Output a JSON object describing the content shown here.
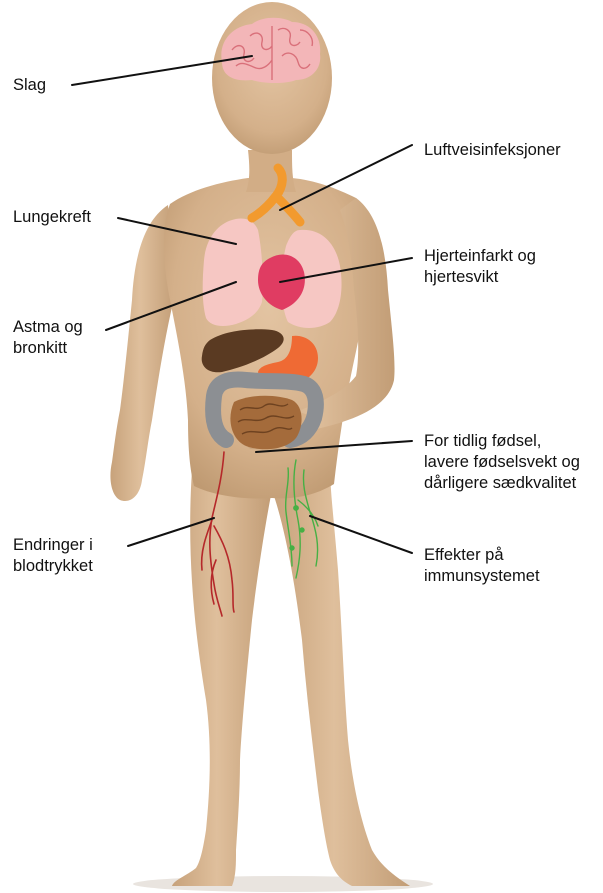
{
  "labels": {
    "slag": "Slag",
    "luftveisinfeksjoner": "Luftveisinfeksjoner",
    "lungekreft": "Lungekreft",
    "hjerte": "Hjerteinfarkt og\nhjertesvikt",
    "astma": "Astma og\nbronkitt",
    "fodsel": "For tidlig fødsel,\nlavere fødselsvekt og\ndårligere sædkvalitet",
    "blodtrykk": "Endringer i\nblodtrykket",
    "immun": "Effekter på\nimmunsystemet"
  },
  "colors": {
    "skin": "#d9b793",
    "skin_shadow": "#c29d76",
    "brain": "#f3b6b8",
    "lungs": "#f6c7c3",
    "heart": "#e03c62",
    "airway": "#f29a2e",
    "liver": "#5a3a22",
    "stomach": "#ef6a34",
    "large_intestine": "#8c8f93",
    "small_intestine": "#9a6537",
    "blood_vessels": "#b5282a",
    "lymph": "#46b044",
    "leader_line": "#111111"
  }
}
